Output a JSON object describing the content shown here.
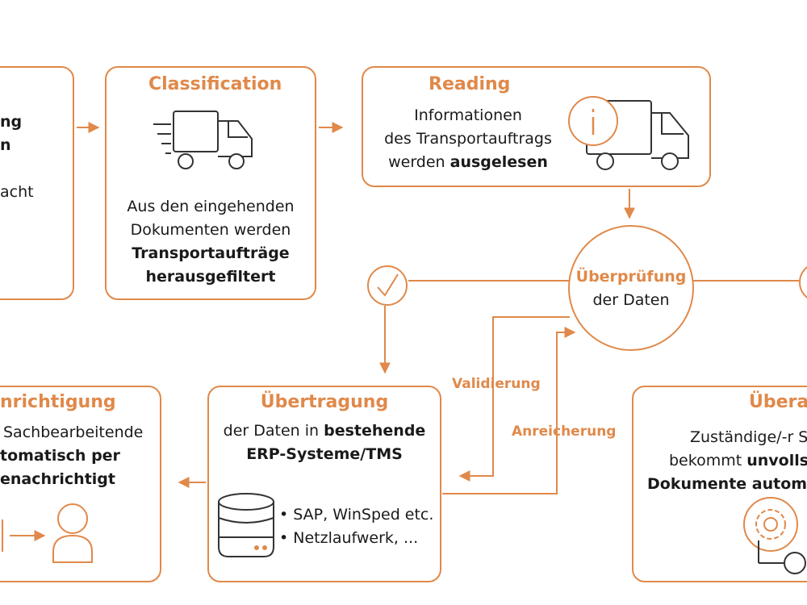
{
  "colors": {
    "accent": "#e0894a",
    "text": "#1a1a1a",
    "icon": "#333333"
  },
  "left_top": {
    "l1": "ng",
    "l2": "n",
    "l3": "acht"
  },
  "classification": {
    "title": "Classification",
    "l1": "Aus den eingehenden",
    "l2": "Dokumenten werden",
    "l3": "Transportaufträge",
    "l4": "herausgefiltert",
    "icon": "moving-truck-icon"
  },
  "reading": {
    "title": "Reading",
    "l1": "Informationen",
    "l2": "des Transportauftrags",
    "l3a": "werden ",
    "l3b": "ausgelesen",
    "icon": "truck-info-icon"
  },
  "check": {
    "t1": "Überprüfung",
    "t2": "der Daten"
  },
  "validierung": "Validierung",
  "anreicherung": "Anreicherung",
  "benachrichtigung": {
    "title": "nrichtigung",
    "l1": "Sachbearbeitende",
    "l2": "tomatisch per",
    "l3": "enachrichtigt",
    "icon": "person-icon"
  },
  "uebertragung": {
    "title": "Übertragung",
    "l1a": "der Daten in ",
    "l1b": "bestehende",
    "l2": "ERP-Systeme/TMS",
    "b1": "• SAP, WinSped etc.",
    "b2": "• Netzlaufwerk, ...",
    "icon": "database-server-icon"
  },
  "uebergabe": {
    "title": "Überar",
    "l1": "Zuständige/-r S",
    "l2a": "bekommt ",
    "l2b": "unvollst",
    "l3": "Dokumente automat",
    "icon": "gear-icon"
  }
}
